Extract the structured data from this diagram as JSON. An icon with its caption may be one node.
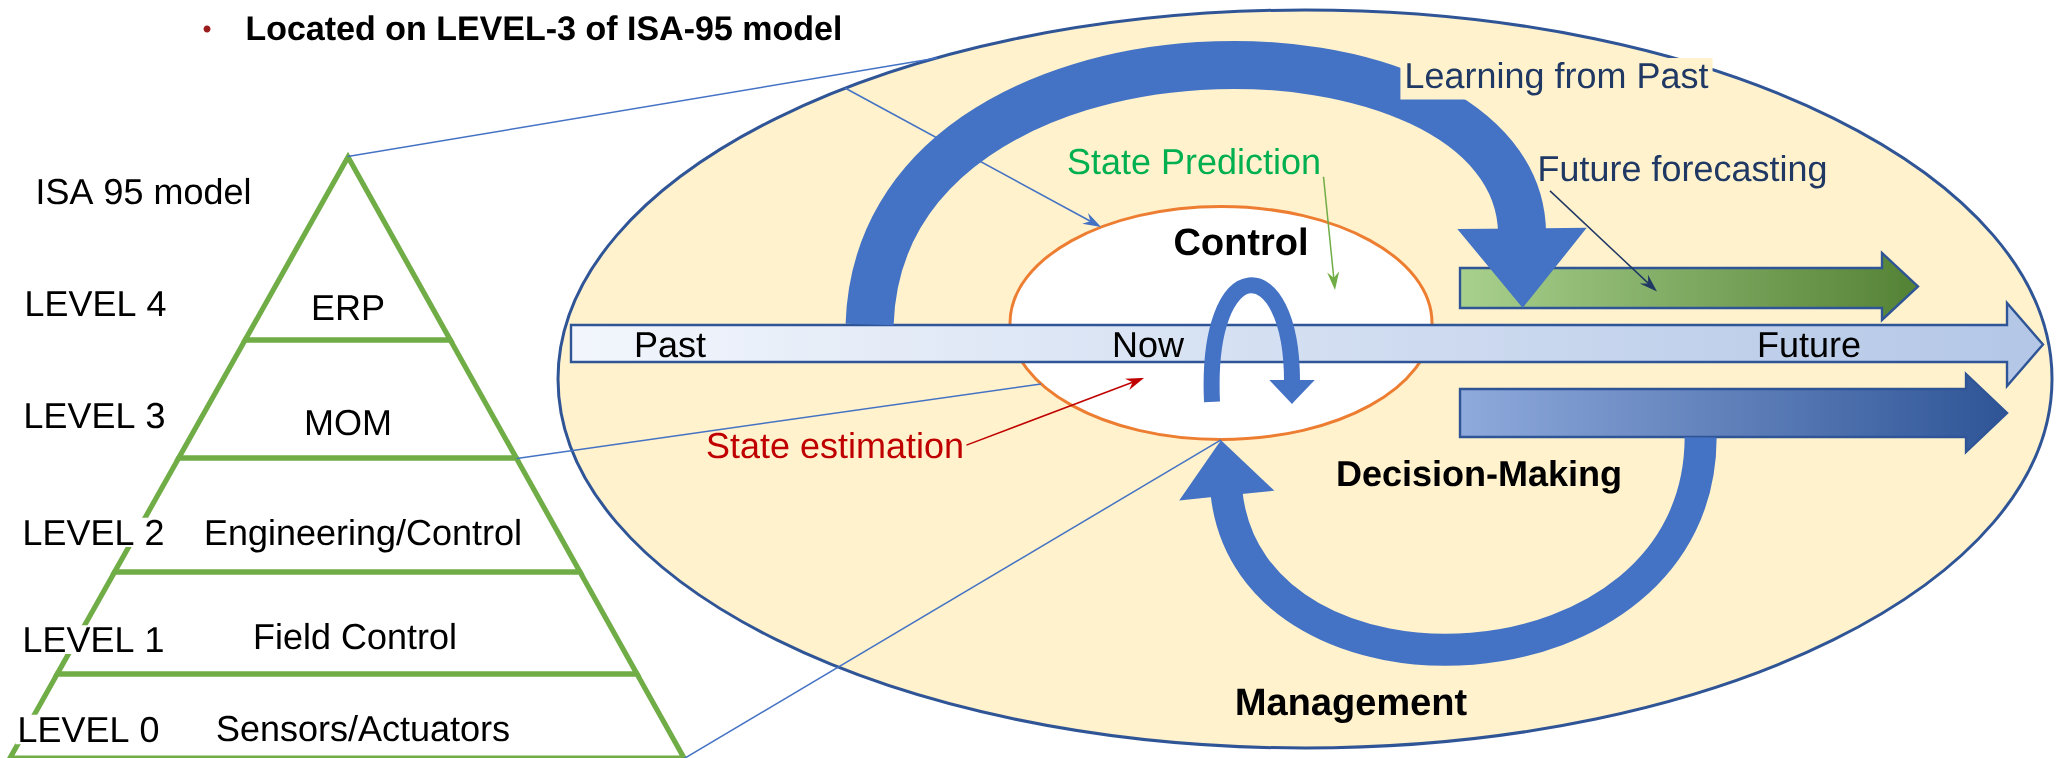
{
  "diagram": {
    "nodes": [
      {
        "text": [
          "ERP"
        ]
      },
      {
        "text": [
          "MOM"
        ]
      },
      {
        "text": [
          "Engineering/Control"
        ]
      },
      {
        "text": [
          "Field Control"
        ]
      },
      {
        "text": [
          "Sensors/Actuators"
        ]
      },
      {
        "text": [
          "Management"
        ]
      },
      {
        "text": [
          "Control"
        ],
        "in": 5
      },
      {
        "text": [],
        "shape": "arrow",
        "in": 5
      },
      {
        "text": [],
        "shape": "arrow",
        "in": 5
      },
      {
        "text": [],
        "shape": "arrow",
        "in": 5
      },
      {
        "text": [
          "State Prediction"
        ],
        "in": 5
      },
      {
        "text": [
          "Future forecasting"
        ],
        "in": 5
      },
      {
        "text": [
          "State estimation"
        ],
        "in": 5
      }
    ],
    "edges": [
      {
        "from": 0,
        "to": 5,
        "arrow": "none"
      },
      {
        "from": 5,
        "to": 6,
        "arrow": "to"
      },
      {
        "from": 1,
        "to": 6,
        "arrow": "none"
      },
      {
        "from": 4,
        "to": 6,
        "arrow": "none"
      },
      {
        "from": 7,
        "to": 8,
        "arrow": "to",
        "style": "thick",
        "label": "Learning from Past"
      },
      {
        "from": 9,
        "to": 6,
        "arrow": "to",
        "style": "thick",
        "label": "Decision-Making"
      },
      {
        "from": 10,
        "to": 6,
        "arrow": "to",
        "color": "#70ad47"
      },
      {
        "from": 11,
        "to": 8,
        "arrow": "to",
        "color": "#1f3864"
      },
      {
        "from": 12,
        "to": 6,
        "arrow": "to",
        "color": "#c00000"
      }
    ],
    "labels": [
      "Located on LEVEL-3 of ISA-95 model",
      "ISA 95 model",
      "LEVEL 4",
      "Past",
      "Now",
      "Future",
      "LEVEL 3",
      "LEVEL 2",
      "LEVEL 1",
      "LEVEL 0"
    ]
  }
}
